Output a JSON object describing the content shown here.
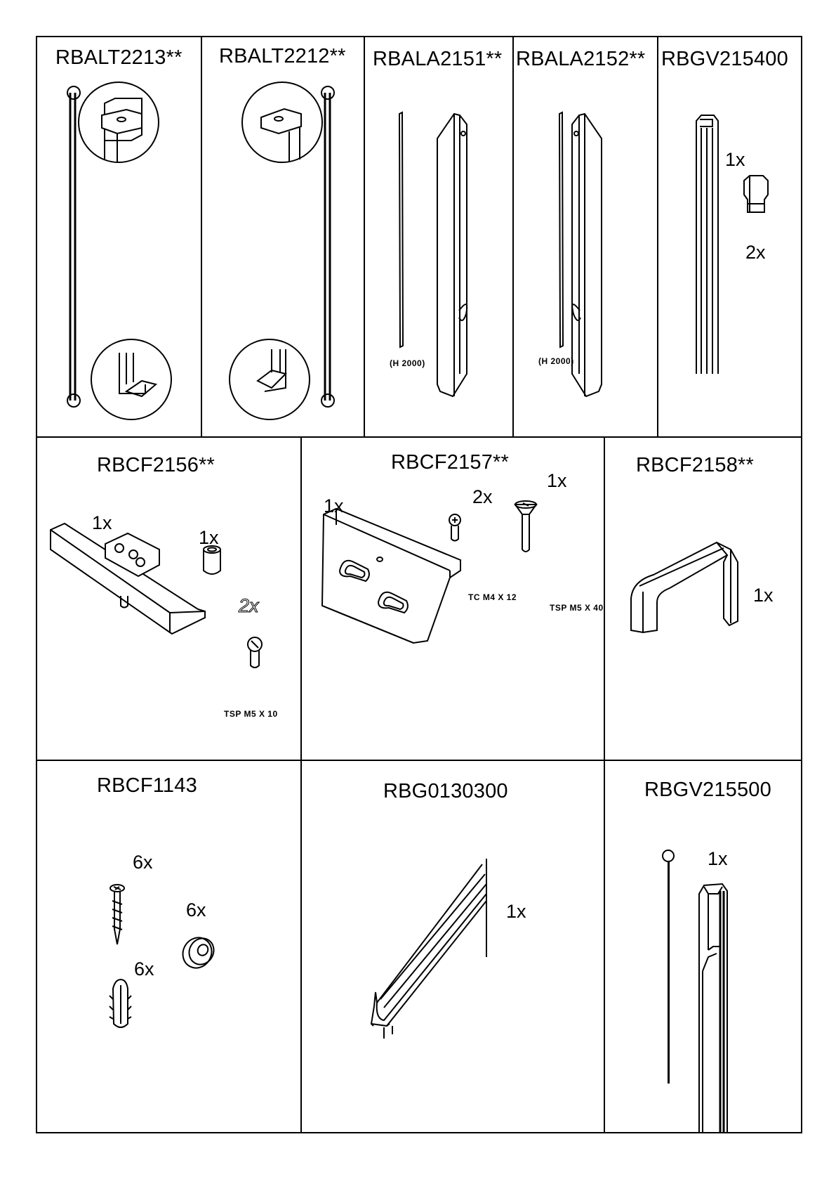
{
  "parts": [
    {
      "code": "RBALT2213**"
    },
    {
      "code": "RBALT2212**"
    },
    {
      "code": "RBALA2151**",
      "height_label": "(H 2000)"
    },
    {
      "code": "RBALA2152**",
      "height_label": "(H 2000)"
    },
    {
      "code": "RBGV215400",
      "qty_a": "1x",
      "qty_b": "2x"
    },
    {
      "code": "RBCF2156**",
      "qty_a": "1x",
      "qty_b": "1x",
      "qty_c": "2x",
      "screw_spec": "TSP M5 X 10"
    },
    {
      "code": "RBCF2157**",
      "qty_a": "1x",
      "qty_b": "2x",
      "qty_c": "1x",
      "screw_spec_a": "TC M4 X 12",
      "screw_spec_b": "TSP M5 X 40"
    },
    {
      "code": "RBCF2158**",
      "qty_a": "1x"
    },
    {
      "code": "RBCF1143",
      "qty_a": "6x",
      "qty_b": "6x",
      "qty_c": "6x"
    },
    {
      "code": "RBG0130300",
      "qty_a": "1x"
    },
    {
      "code": "RBGV215500",
      "qty_a": "1x"
    }
  ]
}
